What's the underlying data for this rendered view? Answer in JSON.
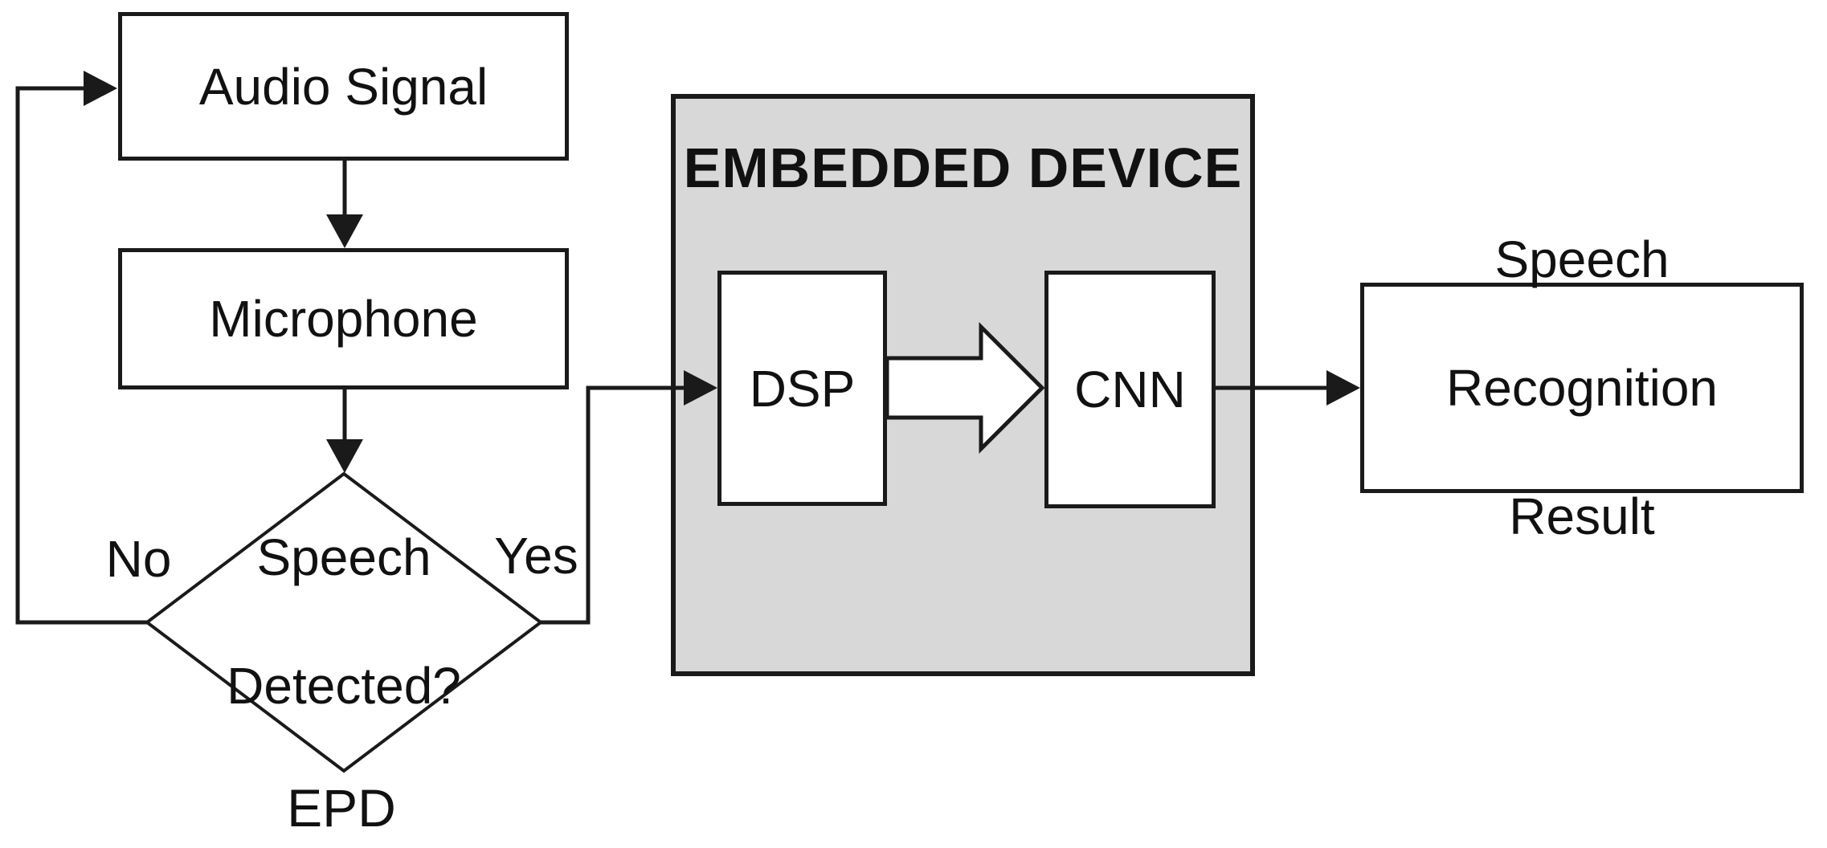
{
  "diagram": {
    "colors": {
      "stroke": "#1a1a1a",
      "node_fill": "#ffffff",
      "device_fill": "#d8d8d8",
      "text": "#111111"
    },
    "nodes": {
      "audio_signal": {
        "label": "Audio Signal"
      },
      "microphone": {
        "label": "Microphone"
      },
      "decision": {
        "line1": "Speech",
        "line2": "Detected?",
        "caption": "EPD"
      },
      "embedded_device": {
        "title": "EMBEDDED DEVICE"
      },
      "dsp": {
        "label": "DSP"
      },
      "cnn": {
        "label": "CNN"
      },
      "result": {
        "line1": "Speech",
        "line2": "Recognition",
        "line3": "Result"
      }
    },
    "edges": {
      "no_label": "No",
      "yes_label": "Yes"
    }
  }
}
